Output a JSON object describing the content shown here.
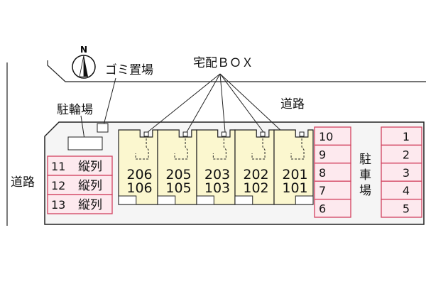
{
  "compass": {
    "label": "N"
  },
  "labels": {
    "garbage": "ゴミ置場",
    "delivery_box": "宅配ＢＯＸ",
    "road_top": "道路",
    "road_left": "道路",
    "bicycle": "駐輪場",
    "parking": [
      "駐",
      "車",
      "場"
    ]
  },
  "units": [
    {
      "upper": "206",
      "lower": "106"
    },
    {
      "upper": "205",
      "lower": "105"
    },
    {
      "upper": "203",
      "lower": "103"
    },
    {
      "upper": "202",
      "lower": "102"
    },
    {
      "upper": "201",
      "lower": "101"
    }
  ],
  "bike_rows": [
    {
      "num": "11",
      "type": "縦列"
    },
    {
      "num": "12",
      "type": "縦列"
    },
    {
      "num": "13",
      "type": "縦列"
    }
  ],
  "parking_mid": [
    "10",
    "9",
    "8",
    "7",
    "6"
  ],
  "parking_right": [
    "1",
    "2",
    "3",
    "4",
    "5"
  ],
  "colors": {
    "building": "#fbf7cf",
    "parking_fill": "#fde9ee",
    "parking_border": "#d2425f",
    "site": "#f5f5f5"
  }
}
